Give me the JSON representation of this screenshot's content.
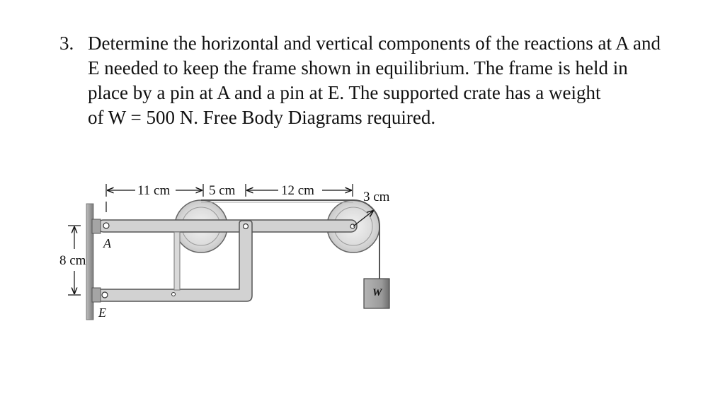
{
  "problem": {
    "number": "3.",
    "lines": [
      "Determine the horizontal and vertical components of the reactions at A and",
      "E needed to keep the frame shown in equilibrium.  The frame is held in",
      "place by a pin at A and a pin at E.  The supported crate has a weight",
      "of W = 500 N.   Free Body Diagrams required."
    ]
  },
  "figure": {
    "dimensions": {
      "d1": "11 cm",
      "d2": "5 cm",
      "d3": "12 cm",
      "d4": "3 cm",
      "d5": "8 cm"
    },
    "labels": {
      "pin_a": "A",
      "pin_e": "E",
      "crate": "W"
    },
    "colors": {
      "member": "#d2d2d2",
      "pulley": "#dcdcdc",
      "crate": "#9a9a9a",
      "wall": "#8a8a8a",
      "outline": "#555555"
    }
  }
}
